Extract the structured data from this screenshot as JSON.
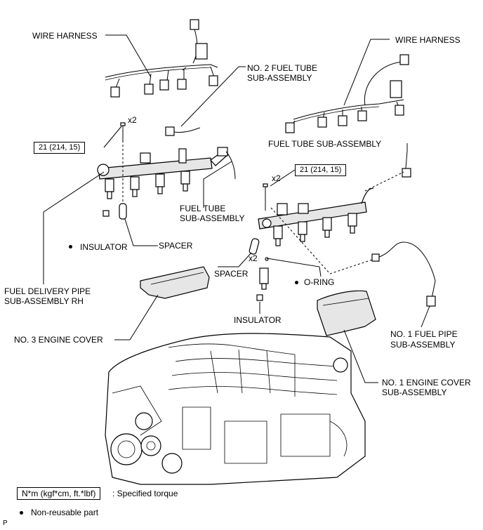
{
  "labels": {
    "wire_harness_left": "WIRE HARNESS",
    "wire_harness_right": "WIRE HARNESS",
    "no2_fuel_tube_1": "NO. 2 FUEL TUBE",
    "no2_fuel_tube_2": "SUB-ASSEMBLY",
    "x2_left": "x2",
    "torque_left": "21 (214, 15)",
    "fuel_tube_sub_right": "FUEL TUBE SUB-ASSEMBLY",
    "torque_right": "21 (214, 15)",
    "x2_right_top": "x2",
    "fuel_tube_left_1": "FUEL TUBE",
    "fuel_tube_left_2": "SUB-ASSEMBLY",
    "insulator_left": "INSULATOR",
    "spacer_left": "SPACER",
    "x2_right_mid": "x2",
    "spacer_right": "SPACER",
    "o_ring": "O-RING",
    "fuel_delivery_1": "FUEL DELIVERY PIPE",
    "fuel_delivery_2": "SUB-ASSEMBLY RH",
    "insulator_right": "INSULATOR",
    "no3_engine_cover": "NO. 3 ENGINE COVER",
    "no1_fuel_pipe_1": "NO. 1 FUEL PIPE",
    "no1_fuel_pipe_2": "SUB-ASSEMBLY",
    "no1_engine_cover_1": "NO. 1 ENGINE COVER",
    "no1_engine_cover_2": "SUB-ASSEMBLY"
  },
  "legend": {
    "torque_unit": "N*m (kgf*cm, ft.*lbf)",
    "torque_desc": ": Specified torque",
    "nonreusable": "Non-reusable part",
    "corner_letter": "P"
  }
}
